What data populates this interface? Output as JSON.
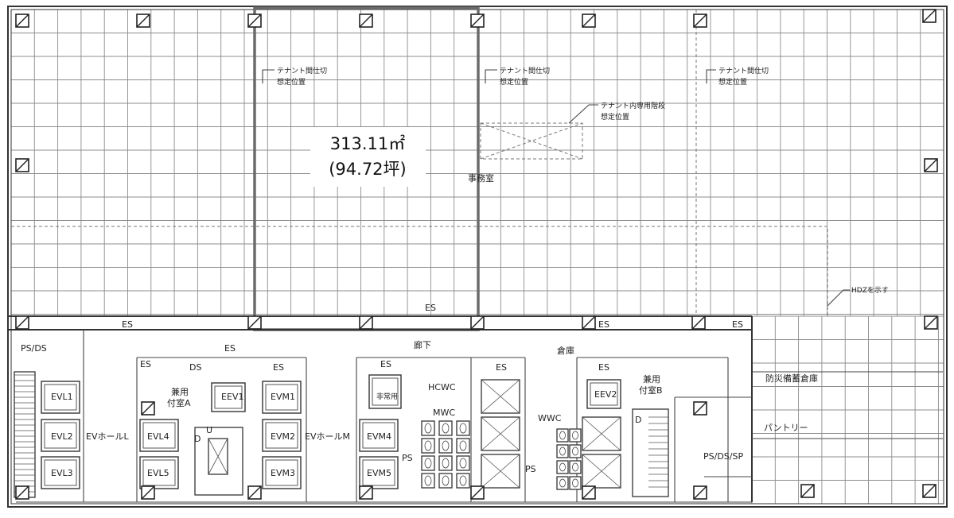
{
  "area": {
    "sqm": "313.11㎡",
    "tsubo": "(94.72坪)"
  },
  "notes": {
    "partition1_a": "テナント間仕切",
    "partition1_b": "想定位置",
    "partition2_a": "テナント間仕切",
    "partition2_b": "想定位置",
    "partition3_a": "テナント間仕切",
    "partition3_b": "想定位置",
    "stair_a": "テナント内専用階段",
    "stair_b": "想定位置",
    "hdz": "HDZを示す"
  },
  "rooms": {
    "office": "事務室",
    "corridor": "廊下",
    "storage": "倉庫",
    "disaster_storage": "防災備蓄倉庫",
    "pantry": "パントリー",
    "ps_ds_left": "PS/DS",
    "ps_ds_sp": "PS/DS/SP",
    "ev_hall_l": "EVホールL",
    "ev_hall_m": "EVホールM",
    "vest_a_1": "兼用",
    "vest_a_2": "付室A",
    "vest_b_1": "兼用",
    "vest_b_2": "付室B",
    "hcwc": "HCWC",
    "mwc": "MWC",
    "wwc": "WWC"
  },
  "tags": {
    "es": "ES",
    "ds": "DS",
    "ps": "PS",
    "d": "D",
    "u": "U"
  },
  "elevators": {
    "evl1": "EVL1",
    "evl2": "EVL2",
    "evl3": "EVL3",
    "evl4": "EVL4",
    "evl5": "EVL5",
    "evm1": "EVM1",
    "evm2": "EVM2",
    "evm3": "EVM3",
    "evm4": "EVM4",
    "evm5": "EVM5",
    "eev1": "EEV1",
    "eev2": "EEV2",
    "freight": "非常用"
  }
}
